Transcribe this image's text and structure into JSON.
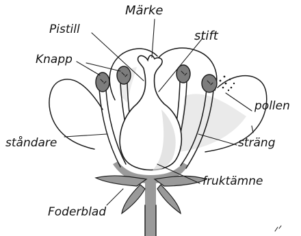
{
  "labels": {
    "marke": "Märke",
    "pistill": "Pistill",
    "stift": "stift",
    "knapp": "Knapp",
    "pollen": "pollen",
    "standare": "ståndare",
    "strang": "sträng",
    "fruktamne": "fruktämne",
    "foderblad": "Foderblad"
  },
  "colors": {
    "ink": "#1a1a1a",
    "shade": "#d9d9d9",
    "stem": "#9a9a9a",
    "paper": "#ffffff"
  }
}
